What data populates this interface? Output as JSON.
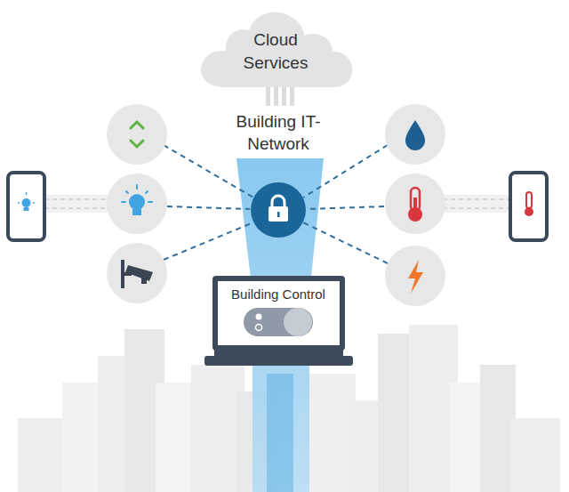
{
  "diagram": {
    "nodes": [
      {
        "text": [
          "Cloud Services"
        ]
      },
      {
        "text": [
          "Building Control"
        ]
      }
    ],
    "labels": [
      "Building IT-Network"
    ]
  }
}
